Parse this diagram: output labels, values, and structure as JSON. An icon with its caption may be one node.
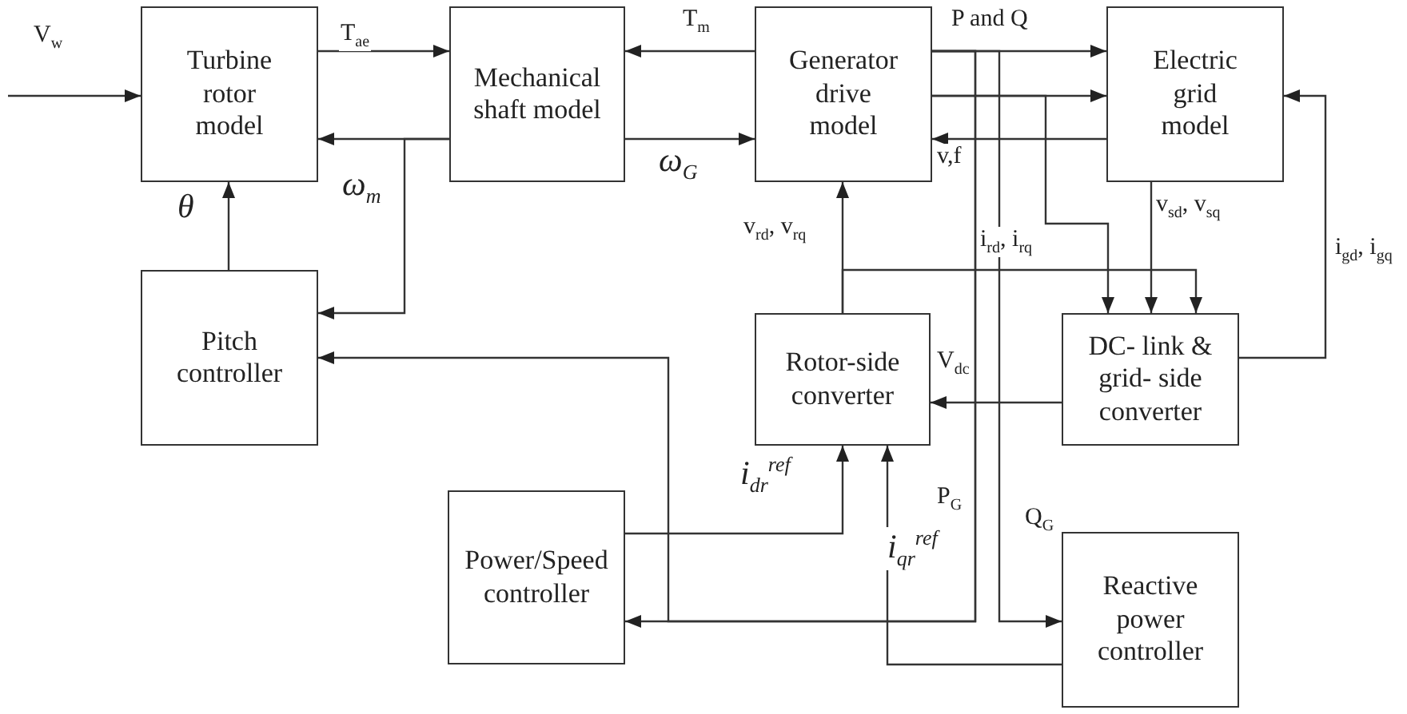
{
  "diagram": {
    "nodes": [
      {
        "text": [
          "Turbine rotor model"
        ]
      },
      {
        "text": [
          "Mechanical shaft model"
        ]
      },
      {
        "text": [
          "Generator drive model"
        ]
      },
      {
        "text": [
          "Electric grid model"
        ]
      },
      {
        "text": [
          "Pitch controller"
        ]
      },
      {
        "text": [
          "Rotor-side converter"
        ]
      },
      {
        "text": [
          "DC- link & grid- side converter"
        ]
      },
      {
        "text": [
          "Power/Speed controller"
        ]
      },
      {
        "text": [
          "Reactive power controller"
        ]
      }
    ],
    "edges": [
      {
        "from": null,
        "to": 0,
        "arrow": "to",
        "label": "V$_{w}$"
      },
      {
        "from": 0,
        "to": 1,
        "arrow": "to",
        "label": "T$_{ae}$"
      },
      {
        "from": 2,
        "to": 1,
        "arrow": "to",
        "label": "T$_{m}$"
      },
      {
        "from": 1,
        "to": 0,
        "arrow": "to",
        "label": "ω$_{m}$"
      },
      {
        "from": 1,
        "to": 4,
        "arrow": "to"
      },
      {
        "from": 4,
        "to": 0,
        "arrow": "to",
        "label": "θ"
      },
      {
        "from": 1,
        "to": 2,
        "arrow": "to",
        "label": "ω$_{G}$"
      },
      {
        "from": 2,
        "to": 3,
        "arrow": "to",
        "label": "P and Q"
      },
      {
        "from": 2,
        "to": 3,
        "arrow": "to"
      },
      {
        "from": 2,
        "to": 6,
        "arrow": "to",
        "label": "i$_{rd}$, i$_{rq}$"
      },
      {
        "from": 3,
        "to": 2,
        "arrow": "to",
        "label": "v,f"
      },
      {
        "from": 3,
        "to": 6,
        "arrow": "to",
        "label": "v$_{sd}$, v$_{sq}$"
      },
      {
        "from": 5,
        "to": 2,
        "arrow": "to",
        "label": "v$_{rd}$, v$_{rq}$"
      },
      {
        "from": 5,
        "to": 6,
        "arrow": "to"
      },
      {
        "from": 6,
        "to": 3,
        "arrow": "to",
        "label": "i$_{gd}$, i$_{gq}$"
      },
      {
        "from": 6,
        "to": 5,
        "arrow": "to",
        "label": "V$_{dc}$"
      },
      {
        "from": 2,
        "to": 7,
        "arrow": "to",
        "label": "P$_{G}$"
      },
      {
        "from": 2,
        "to": 4,
        "arrow": "to"
      },
      {
        "from": 2,
        "to": 8,
        "arrow": "to",
        "label": "Q$_{G}$"
      },
      {
        "from": 7,
        "to": 5,
        "arrow": "to",
        "label": "i$_{dr}$$^{ref}$"
      },
      {
        "from": 8,
        "to": 5,
        "arrow": "to",
        "label": "i$_{qr}$$^{ref}$"
      }
    ]
  }
}
